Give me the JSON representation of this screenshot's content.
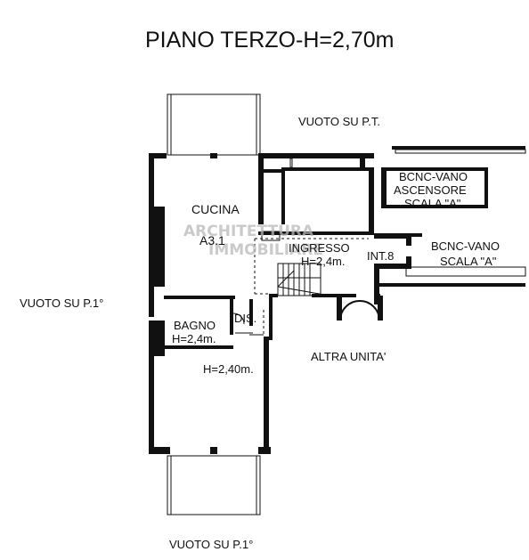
{
  "title": "PIANO TERZO-H=2,70m",
  "labels": {
    "vuoto_pt": "VUOTO SU P.T.",
    "bcnc_ascensore_1": "BCNC-VANO",
    "bcnc_ascensore_2": "ASCENSORE",
    "bcnc_ascensore_3": "SCALA \"A\"",
    "bcnc_scala_1": "BCNC-VANO",
    "bcnc_scala_2": "SCALA \"A\"",
    "cucina": "CUCINA",
    "ingresso": "INGRESSO",
    "ingresso_h": "H=2,4m.",
    "int": "INT.8",
    "vuoto_p1_left": "VUOTO SU P.1°",
    "bagno": "BAGNO",
    "bagno_h": "H=2,4m.",
    "dis": "DIS.",
    "h_240": "H=2,40m.",
    "altra_unita": "ALTRA UNITA'",
    "vuoto_p1_bottom": "VUOTO SU P.1°",
    "unit_code": "A3.1"
  },
  "watermark": {
    "line1": "ARCHITETTURA",
    "line2": "IMMOBILIARE"
  },
  "colors": {
    "ink": "#111111",
    "watermark": "#b9b9b9",
    "background": "#ffffff"
  }
}
